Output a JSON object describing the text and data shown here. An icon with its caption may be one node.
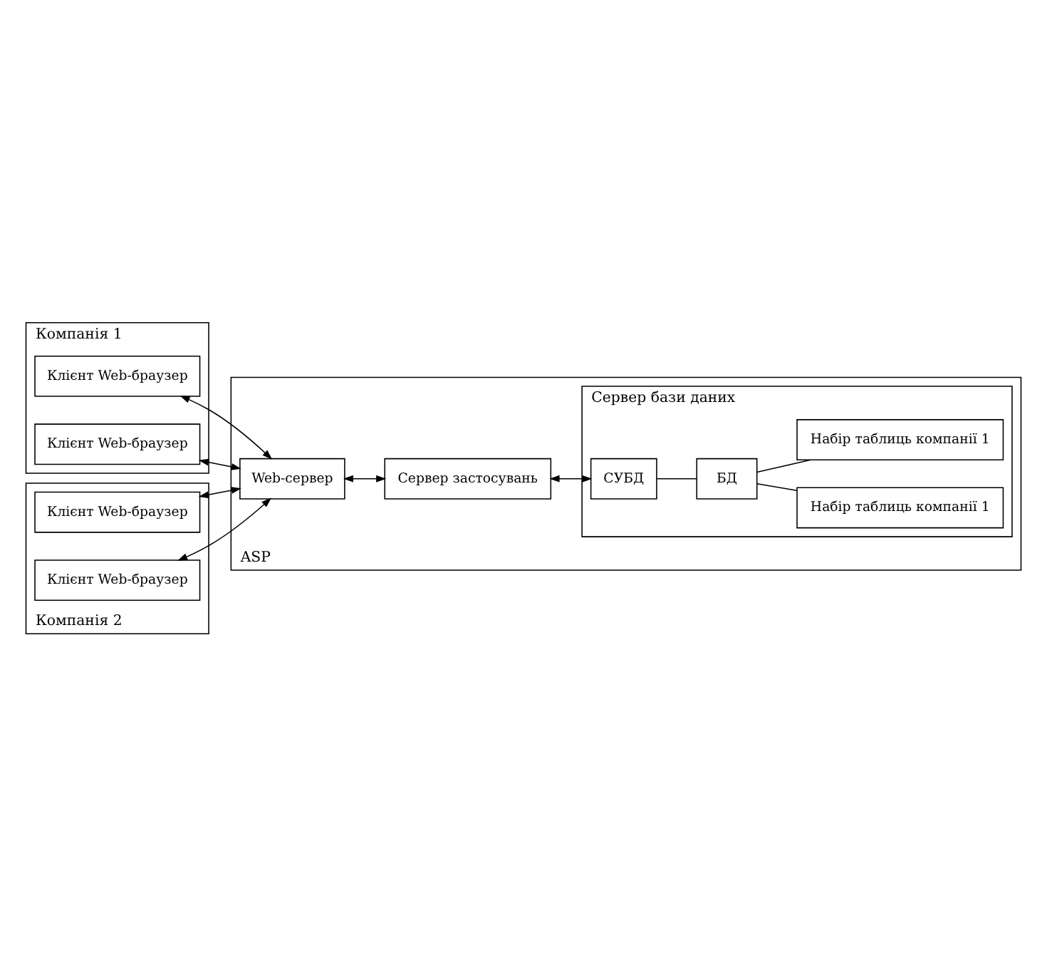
{
  "diagram": {
    "nodes": [
      {
        "text": [
          "Компанія 1"
        ]
      },
      {
        "text": [
          "Клієнт Web-браузер"
        ],
        "in": 0
      },
      {
        "text": [
          "Клієнт Web-браузер"
        ],
        "in": 0
      },
      {
        "text": [
          "Компанія 2"
        ]
      },
      {
        "text": [
          "Клієнт Web-браузер"
        ],
        "in": 3
      },
      {
        "text": [
          "Клієнт Web-браузер"
        ],
        "in": 3
      },
      {
        "text": [
          "ASP"
        ]
      },
      {
        "text": [
          "Web-сервер"
        ],
        "in": 6
      },
      {
        "text": [
          "Сервер застосувань"
        ],
        "in": 6
      },
      {
        "text": [
          "Сервер бази даних"
        ],
        "in": 6
      },
      {
        "text": [
          "СУБД"
        ],
        "in": 9
      },
      {
        "text": [
          "БД"
        ],
        "in": 9
      },
      {
        "text": [
          "Набір таблиць компанії 1"
        ],
        "in": 9
      },
      {
        "text": [
          "Набір таблиць компанії 1"
        ],
        "in": 9
      }
    ],
    "edges": [
      {
        "from": 7,
        "to": 1,
        "arrow": "both"
      },
      {
        "from": 7,
        "to": 2,
        "arrow": "both"
      },
      {
        "from": 7,
        "to": 4,
        "arrow": "both"
      },
      {
        "from": 7,
        "to": 5,
        "arrow": "both"
      },
      {
        "from": 7,
        "to": 8,
        "arrow": "both"
      },
      {
        "from": 8,
        "to": 10,
        "arrow": "both"
      },
      {
        "from": 10,
        "to": 11,
        "arrow": "none"
      },
      {
        "from": 11,
        "to": 12,
        "arrow": "none"
      },
      {
        "from": 11,
        "to": 13,
        "arrow": "none"
      }
    ]
  }
}
